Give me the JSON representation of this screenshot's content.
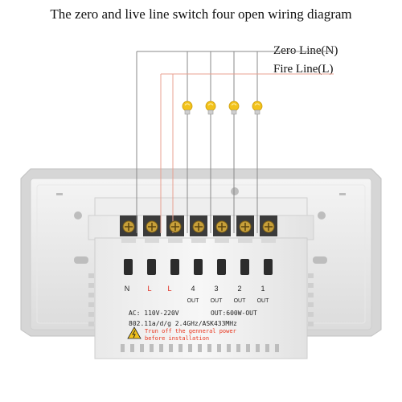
{
  "title": "The zero and live line switch four open wiring diagram",
  "lines": {
    "zero": "Zero Line(N)",
    "fire": "Fire   Line(L)"
  },
  "terminals": {
    "labels": [
      "N",
      "L",
      "L",
      "4",
      "3",
      "2",
      "1"
    ],
    "outs": [
      "OUT",
      "OUT",
      "OUT",
      "OUT"
    ]
  },
  "specs": {
    "ac": "AC: 110V-220V",
    "out": "OUT:600W-OUT",
    "radio": "802.11a/d/g 2.4GHz/ASK433MHz"
  },
  "warning": {
    "line1": "Trun off the genneral power",
    "line2": "before installation"
  },
  "colors": {
    "zero_wire": "#8a8a8a",
    "fire_wire": "#e8a090",
    "bulb": "#f2c21b",
    "label_red": "#e0271a",
    "warning_text": "#e8341c"
  },
  "icons": [
    "bulb-icon",
    "high-voltage-icon",
    "screw-icon"
  ]
}
